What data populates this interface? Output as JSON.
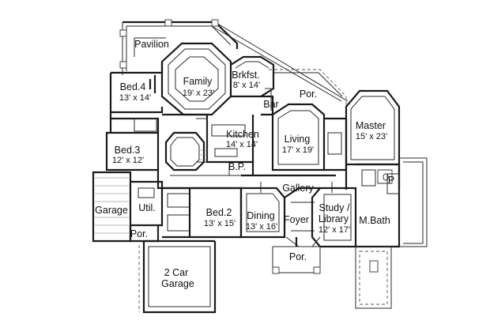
{
  "rooms": {
    "pavilion": {
      "name": "Pavilion"
    },
    "bed4": {
      "name": "Bed.4",
      "size": "13' x 14'"
    },
    "family": {
      "name": "Family",
      "size": "19' x 23'"
    },
    "brkfst": {
      "name": "Brkfst.",
      "size": "8' x 14'"
    },
    "bar": {
      "name": "Bar"
    },
    "por_rear": {
      "name": "Por."
    },
    "master": {
      "name": "Master",
      "size": "15' x 23'"
    },
    "kitchen": {
      "name": "Kitchen",
      "size": "14' x 14'"
    },
    "living": {
      "name": "Living",
      "size": "17' x 19'"
    },
    "bed3": {
      "name": "Bed.3",
      "size": "12' x 12'"
    },
    "bp": {
      "name": "B.P."
    },
    "p_closet": {
      "name": "P"
    },
    "gallery": {
      "name": "Gallery"
    },
    "garage": {
      "name": "Garage"
    },
    "util": {
      "name": "Util."
    },
    "bed2": {
      "name": "Bed.2",
      "size": "13' x 15'"
    },
    "dining": {
      "name": "Dining",
      "size": "13' x 16'"
    },
    "foyer": {
      "name": "Foyer"
    },
    "study_line1": {
      "name": "Study /"
    },
    "study": {
      "name": "Library",
      "size": "12' x 17'"
    },
    "mbath": {
      "name": "M.Bath"
    },
    "por_garage": {
      "name": "Por."
    },
    "por_front": {
      "name": "Por."
    },
    "garage2_line1": {
      "name": "2 Car"
    },
    "garage2": {
      "name": "Garage"
    }
  }
}
